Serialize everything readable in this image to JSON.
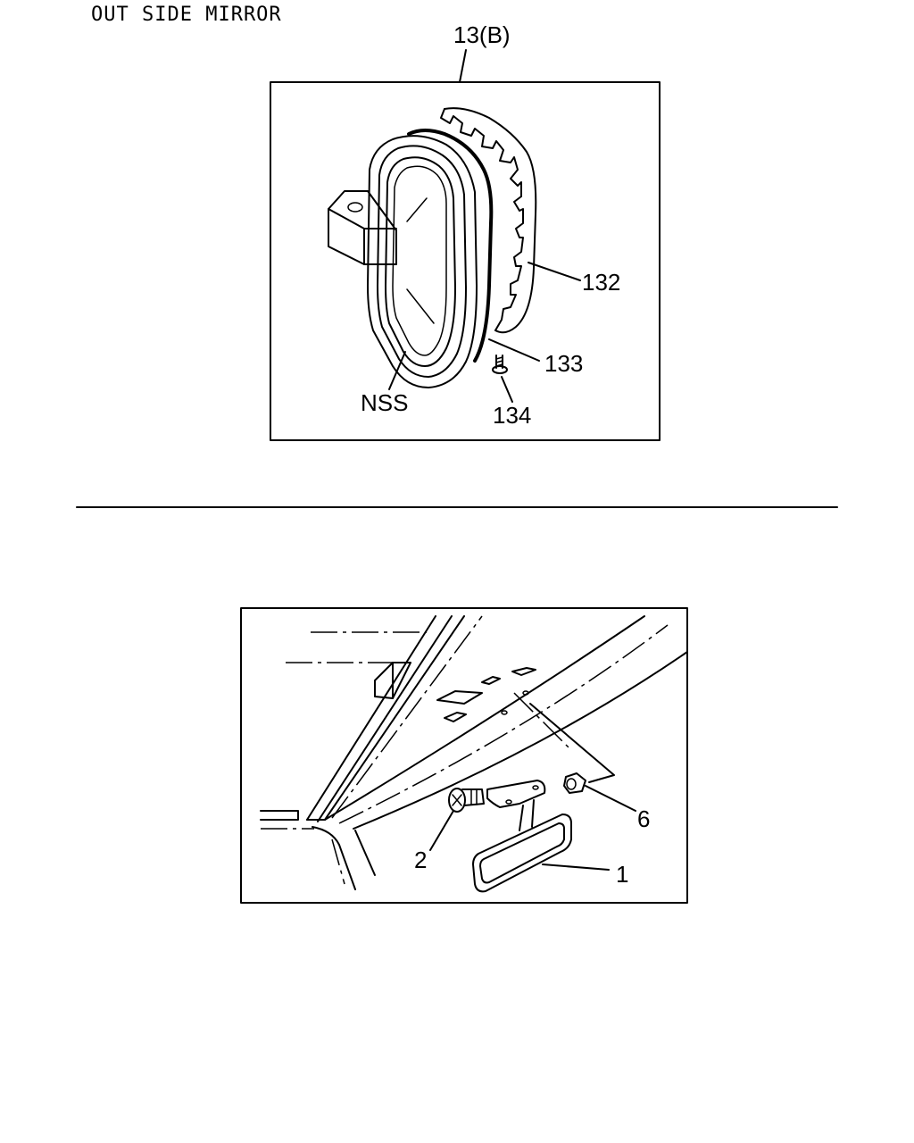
{
  "header": {
    "title": "OUT SIDE MIRROR"
  },
  "diagram_top": {
    "group_label": "13(B)",
    "callouts": {
      "seal_outer": "132",
      "seal_inner": "133",
      "screw": "134",
      "mirror": "NSS"
    }
  },
  "diagram_bottom": {
    "callouts": {
      "mirror": "1",
      "screw": "2",
      "clip": "6"
    }
  }
}
